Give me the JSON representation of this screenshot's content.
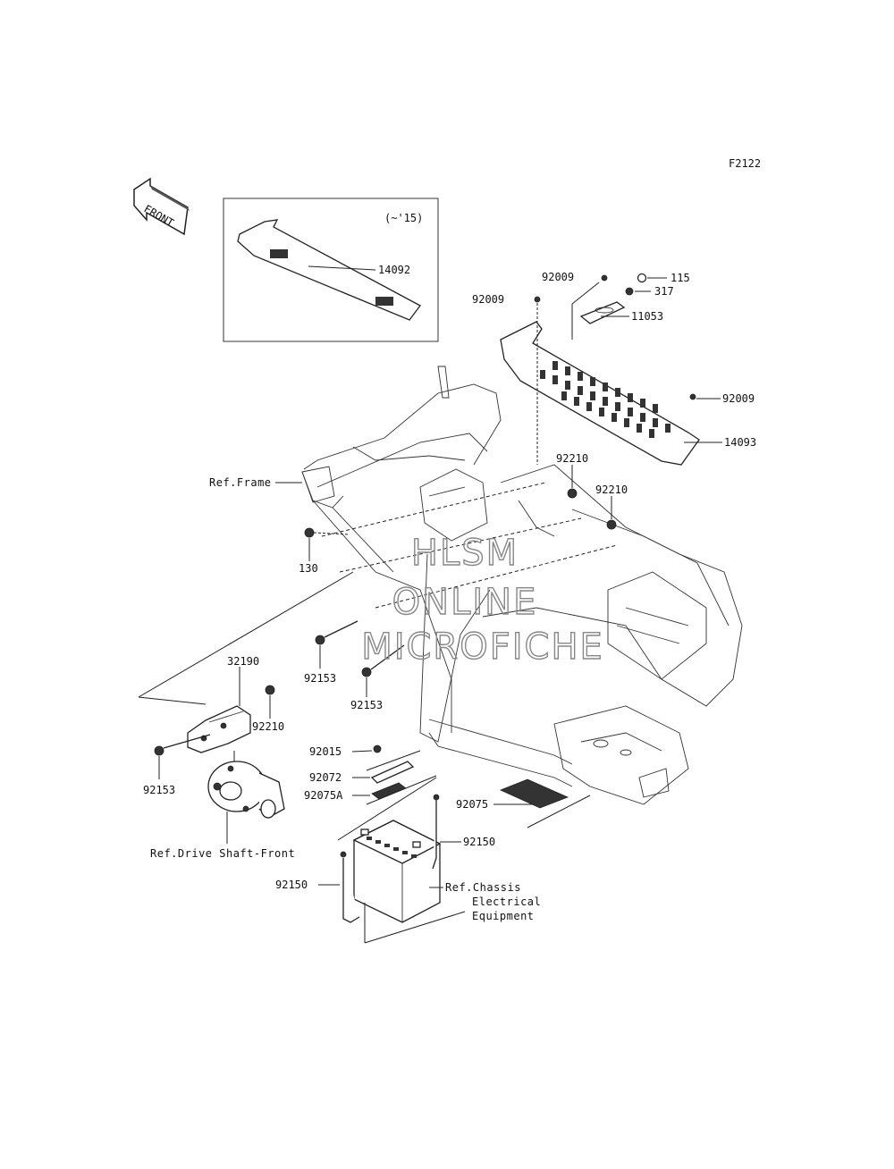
{
  "figure_code": "F2122",
  "front_indicator": "FRONT",
  "inset_note": "(~'15)",
  "parts": {
    "p14092": "14092",
    "p92009_top": "92009",
    "p115": "115",
    "p317": "317",
    "p92009_left": "92009",
    "p11053": "11053",
    "p92009_right": "92009",
    "p14093": "14093",
    "p92210_a": "92210",
    "p92210_b": "92210",
    "p130": "130",
    "p92153_a": "92153",
    "p92153_b": "92153",
    "p32190": "32190",
    "p92210_c": "92210",
    "p92153_c": "92153",
    "p92015": "92015",
    "p92072": "92072",
    "p92075A": "92075A",
    "p92075": "92075",
    "p92150_a": "92150",
    "p92150_b": "92150"
  },
  "refs": {
    "frame": "Ref.Frame",
    "drive_shaft": "Ref.Drive Shaft-Front",
    "chassis_1": "Ref.Chassis",
    "chassis_2": "Electrical",
    "chassis_3": "Equipment"
  },
  "watermark": {
    "line1": "HLSM",
    "line2": "ONLINE",
    "line3": "MICROFICHE"
  }
}
